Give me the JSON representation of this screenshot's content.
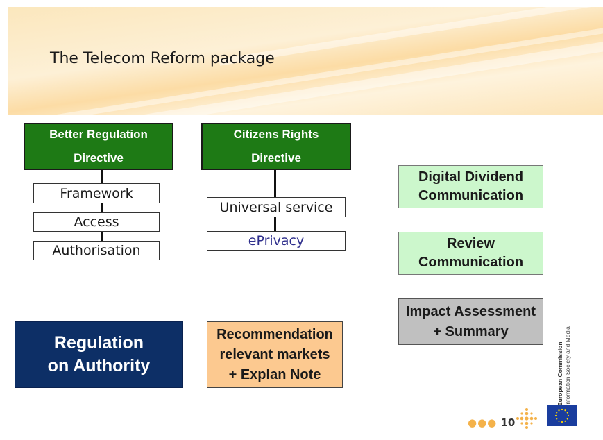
{
  "title": "The Telecom Reform package",
  "better_regulation": {
    "line1": "Better Regulation",
    "line2": "Directive"
  },
  "citizens_rights": {
    "line1": "Citizens Rights",
    "line2": "Directive"
  },
  "framework": "Framework",
  "access": "Access",
  "authorisation": "Authorisation",
  "universal_service": "Universal service",
  "eprivacy": "ePrivacy",
  "digital_dividend": {
    "line1": "Digital Dividend",
    "line2": "Communication"
  },
  "review": {
    "line1": "Review",
    "line2": "Communication"
  },
  "impact": {
    "line1": "Impact Assessment",
    "line2": "+ Summary"
  },
  "regulation_authority": {
    "line1": "Regulation",
    "line2": "on Authority"
  },
  "recommendation": {
    "line1": "Recommendation",
    "line2": "relevant markets",
    "line3": "+ Explan Note"
  },
  "logo": {
    "org": "European Commission",
    "dept": "Information Society and Media"
  },
  "page_dots": "●●●",
  "page_number": "10",
  "colors": {
    "directive_green": "#1e7a15",
    "light_green": "#ccf7cc",
    "navy": "#0d2f66",
    "peach": "#fcc990",
    "grey": "#c0c0c0",
    "eprivacy_text": "#2e2e8c",
    "accent_orange": "#f4b24a"
  }
}
